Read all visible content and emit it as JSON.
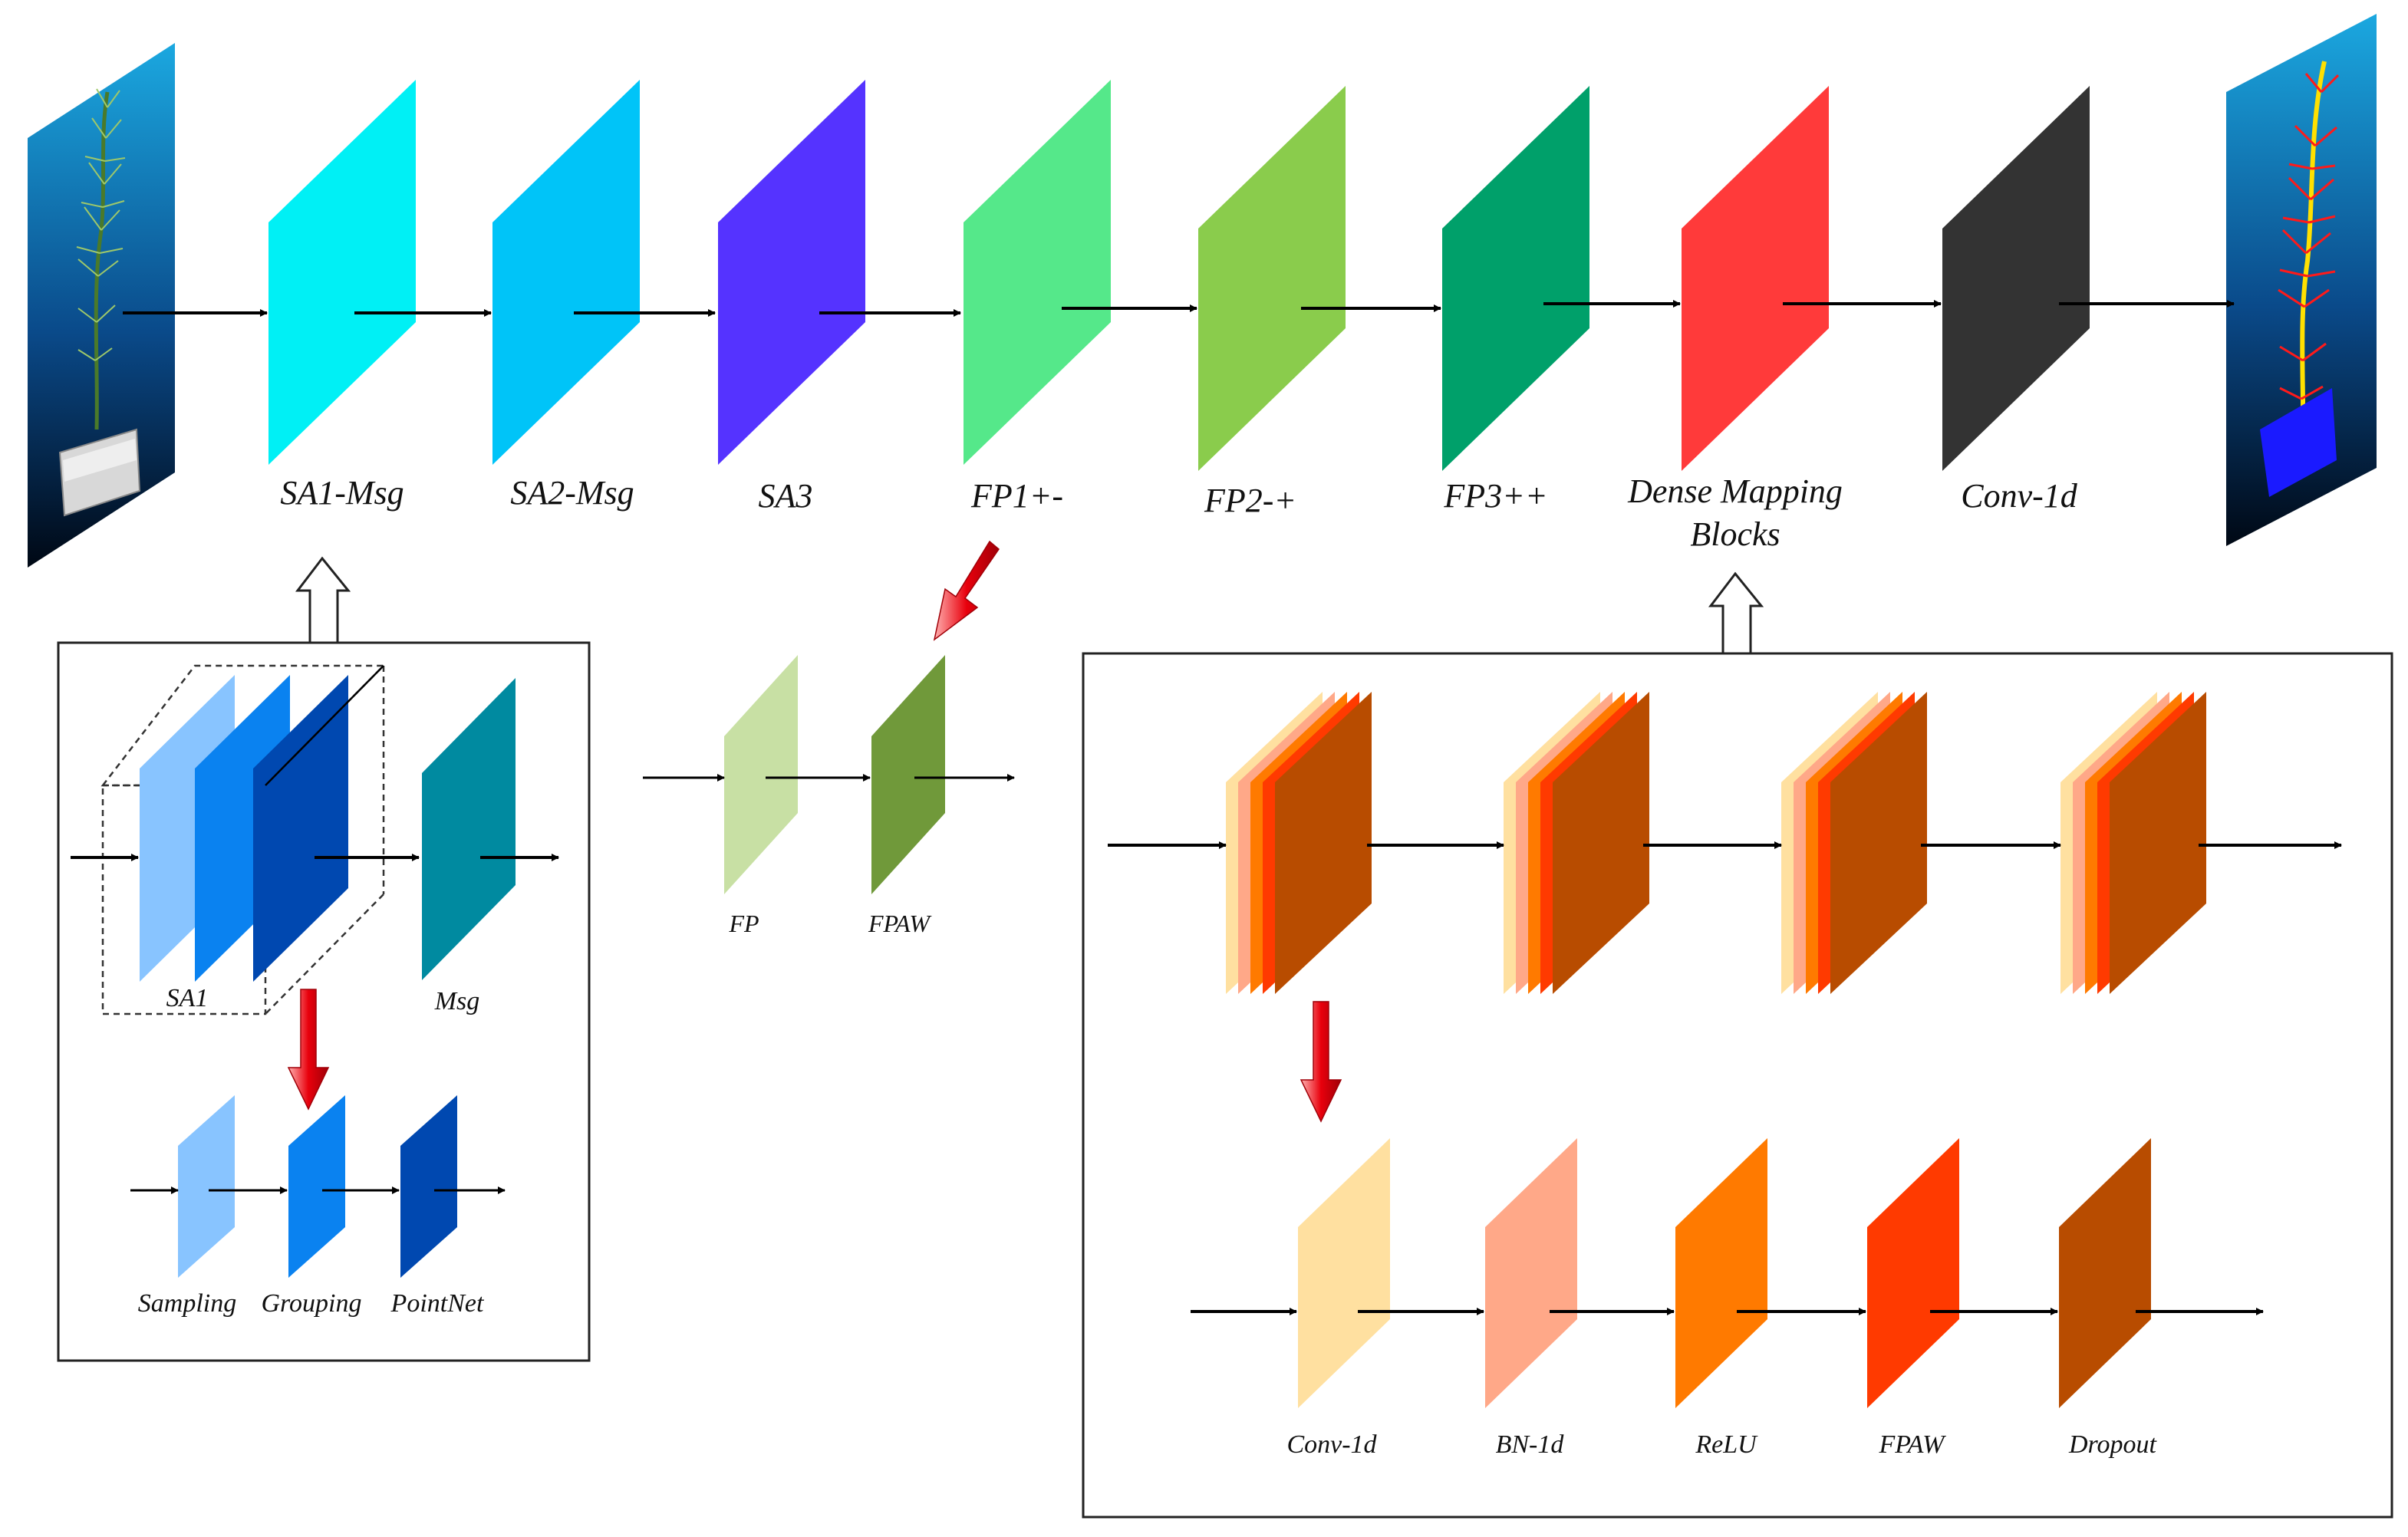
{
  "pipeline": {
    "input_image": "seedling-point-cloud-input",
    "output_image": "segmented-point-cloud-output",
    "stages": [
      {
        "id": "sa1",
        "label": "SA1-Msg",
        "color": "#00F0F5"
      },
      {
        "id": "sa2",
        "label": "SA2-Msg",
        "color": "#00C4F8"
      },
      {
        "id": "sa3",
        "label": "SA3",
        "color": "#5533FF"
      },
      {
        "id": "fp1",
        "label": "FP1+-",
        "color": "#55E88A"
      },
      {
        "id": "fp2",
        "label": "FP2-+",
        "color": "#8ACC4C"
      },
      {
        "id": "fp3",
        "label": "FP3++",
        "color": "#00A06A"
      },
      {
        "id": "dense",
        "label_line1": "Dense Mapping",
        "label_line2": "Blocks",
        "color": "#FF3A3A"
      },
      {
        "id": "conv",
        "label": "Conv-1d",
        "color": "#333333"
      }
    ]
  },
  "sa_detail": {
    "sa1_label": "SA1",
    "msg_label": "Msg",
    "sa1_colors": [
      "#88C4FF",
      "#0A82F0",
      "#0048B0"
    ],
    "msg_color": "#008AA0",
    "steps": [
      {
        "label": "Sampling",
        "color": "#88C4FF"
      },
      {
        "label": "Grouping",
        "color": "#0A82F0"
      },
      {
        "label": "PointNet",
        "color": "#0048B0"
      }
    ]
  },
  "fp_detail": {
    "steps": [
      {
        "label": "FP",
        "color": "#C8E0A4"
      },
      {
        "label": "FPAW",
        "color": "#70993A"
      }
    ]
  },
  "dense_detail": {
    "block_count": 4,
    "layer_colors": [
      "#FFE0A0",
      "#FFA888",
      "#FF7A00",
      "#FF3A00",
      "#B84C00"
    ],
    "steps": [
      {
        "label": "Conv-1d",
        "color": "#FFE0A0"
      },
      {
        "label": "BN-1d",
        "color": "#FFA888"
      },
      {
        "label": "ReLU",
        "color": "#FF7A00"
      },
      {
        "label": "FPAW",
        "color": "#FF3A00"
      },
      {
        "label": "Dropout",
        "color": "#B84C00"
      }
    ]
  },
  "colors": {
    "arrow": "#000000",
    "callout_red": "#E8000C",
    "frame": "#222222"
  }
}
